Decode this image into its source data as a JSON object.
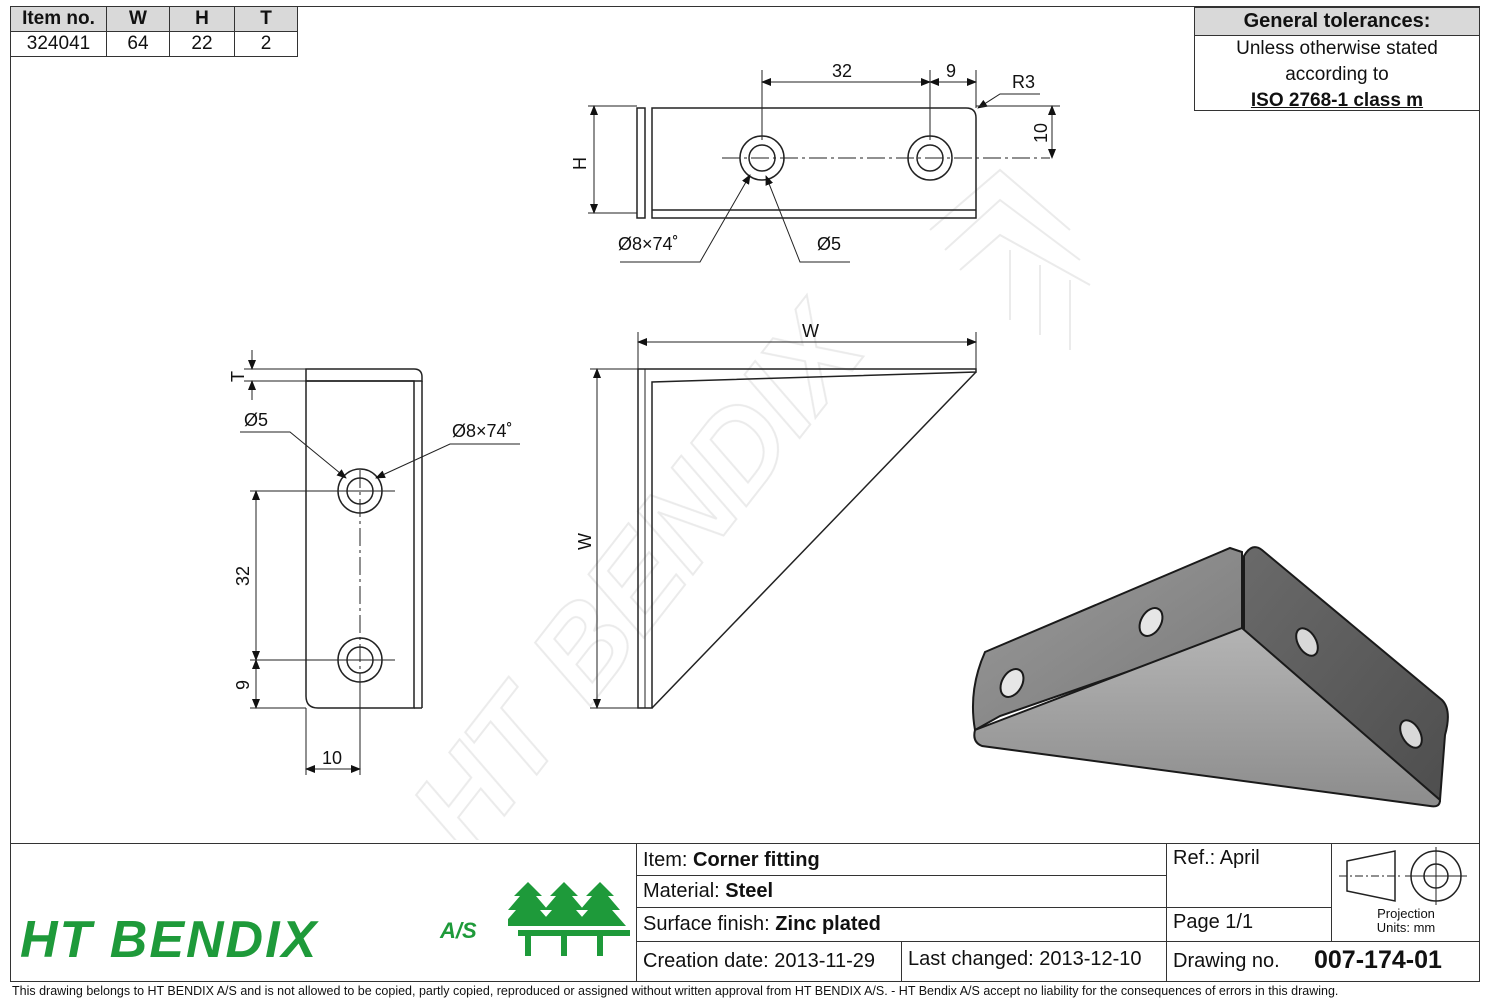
{
  "item_table": {
    "headers": [
      "Item no.",
      "W",
      "H",
      "T"
    ],
    "row": [
      "324041",
      "64",
      "22",
      "2"
    ]
  },
  "tolerances": {
    "title": "General tolerances:",
    "line1": "Unless otherwise stated",
    "line2": "according to",
    "standard": "ISO 2768-1 class m"
  },
  "dimensions": {
    "top_view": {
      "hole_spacing": "32",
      "edge_offset": "9",
      "radius": "R3",
      "height_offset": "10",
      "height_label": "H",
      "countersink": "Ø8×74˚",
      "hole": "Ø5"
    },
    "side_view": {
      "thickness_label": "T",
      "hole": "Ø5",
      "countersink": "Ø8×74˚",
      "hole_spacing": "32",
      "edge_offset": "9",
      "width_offset": "10"
    },
    "front_view": {
      "width_top": "W",
      "width_side": "W"
    }
  },
  "title_block": {
    "item_label": "Item:",
    "item_value": "Corner fitting",
    "material_label": "Material:",
    "material_value": "Steel",
    "surface_label": "Surface finish:",
    "surface_value": "Zinc plated",
    "creation_label": "Creation date:",
    "creation_value": "2013-11-29",
    "changed_label": "Last changed:",
    "changed_value": "2013-12-10",
    "ref_label": "Ref.:",
    "ref_value": "April",
    "page_label": "Page 1/1",
    "drawing_label": "Drawing no.",
    "drawing_value": "007-174-01",
    "projection_label": "Projection",
    "units_label": "Units: mm"
  },
  "logo": {
    "text": "HT BENDIX",
    "suffix": "A/S"
  },
  "footer": "This drawing belongs to HT BENDIX A/S and is not allowed to be copied, partly copied, reproduced or assigned without written approval from HT BENDIX A/S. - HT Bendix A/S accept no liability for the consequences of errors in this drawing.",
  "colors": {
    "logo_green": "#1e9a3a",
    "header_gray": "#d9d9d9",
    "line": "#222222"
  }
}
